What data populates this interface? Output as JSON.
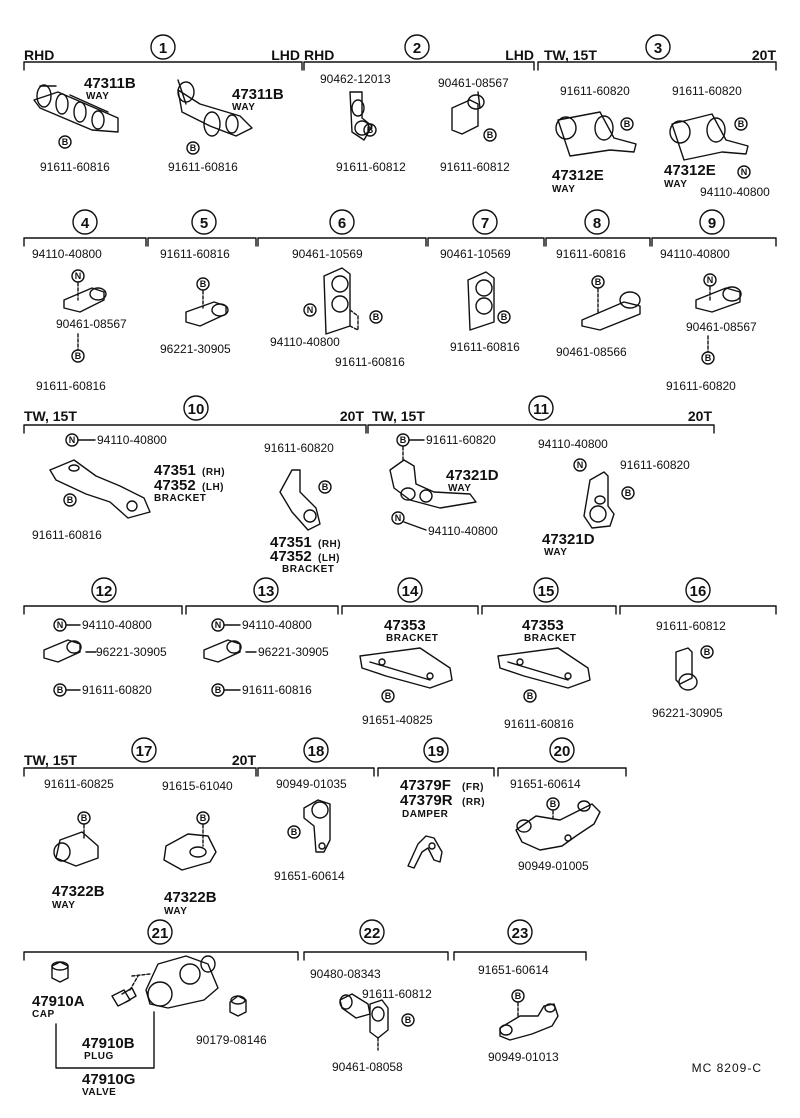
{
  "colors": {
    "ink": "#111111",
    "paper": "#ffffff"
  },
  "circle_letters": {
    "b": "B",
    "n": "N"
  },
  "footer": {
    "code": "MC 8209-C"
  },
  "groups": [
    {
      "num": "1",
      "left": "RHD",
      "right": "LHD",
      "parts": [
        {
          "pn": "47311B",
          "sub": "WAY"
        },
        {
          "pn": "91611-60816"
        },
        {
          "pn": "47311B",
          "sub": "WAY"
        },
        {
          "pn": "91611-60816"
        }
      ]
    },
    {
      "num": "2",
      "left": "RHD",
      "right": "LHD",
      "parts": [
        {
          "pn": "90462-12013"
        },
        {
          "pn": "91611-60812"
        },
        {
          "pn": "90461-08567"
        },
        {
          "pn": "91611-60812"
        }
      ]
    },
    {
      "num": "3",
      "left": "TW, 15T",
      "right": "20T",
      "parts": [
        {
          "pn": "91611-60820"
        },
        {
          "pn": "47312E",
          "sub": "WAY"
        },
        {
          "pn": "91611-60820"
        },
        {
          "pn": "47312E",
          "sub": "WAY"
        },
        {
          "pn": "94110-40800"
        }
      ]
    },
    {
      "num": "4",
      "parts": [
        {
          "pn": "94110-40800"
        },
        {
          "pn": "90461-08567"
        },
        {
          "pn": "91611-60816"
        }
      ]
    },
    {
      "num": "5",
      "parts": [
        {
          "pn": "91611-60816"
        },
        {
          "pn": "96221-30905"
        }
      ]
    },
    {
      "num": "6",
      "parts": [
        {
          "pn": "90461-10569"
        },
        {
          "pn": "94110-40800"
        },
        {
          "pn": "91611-60816"
        }
      ]
    },
    {
      "num": "7",
      "parts": [
        {
          "pn": "90461-10569"
        },
        {
          "pn": "91611-60816"
        }
      ]
    },
    {
      "num": "8",
      "parts": [
        {
          "pn": "91611-60816"
        },
        {
          "pn": "90461-08566"
        }
      ]
    },
    {
      "num": "9",
      "parts": [
        {
          "pn": "94110-40800"
        },
        {
          "pn": "90461-08567"
        },
        {
          "pn": "91611-60820"
        }
      ]
    },
    {
      "num": "10",
      "left": "TW, 15T",
      "right": "20T",
      "parts": [
        {
          "pn": "94110-40800"
        },
        {
          "pn": "47351",
          "tag": "(RH)"
        },
        {
          "pn": "47352",
          "tag": "(LH)"
        },
        {
          "pn": "BRACKET"
        },
        {
          "pn": "91611-60816"
        },
        {
          "pn": "91611-60820"
        },
        {
          "pn": "47351",
          "tag": "(RH)"
        },
        {
          "pn": "47352",
          "tag": "(LH)"
        },
        {
          "pn": "BRACKET"
        }
      ]
    },
    {
      "num": "11",
      "left": "TW, 15T",
      "right": "20T",
      "parts": [
        {
          "pn": "91611-60820"
        },
        {
          "pn": "47321D",
          "sub": "WAY"
        },
        {
          "pn": "94110-40800"
        },
        {
          "pn": "94110-40800"
        },
        {
          "pn": "91611-60820"
        },
        {
          "pn": "47321D",
          "sub": "WAY"
        }
      ]
    },
    {
      "num": "12",
      "parts": [
        {
          "pn": "94110-40800"
        },
        {
          "pn": "96221-30905"
        },
        {
          "pn": "91611-60820"
        }
      ]
    },
    {
      "num": "13",
      "parts": [
        {
          "pn": "94110-40800"
        },
        {
          "pn": "96221-30905"
        },
        {
          "pn": "91611-60816"
        }
      ]
    },
    {
      "num": "14",
      "parts": [
        {
          "pn": "47353",
          "sub": "BRACKET"
        },
        {
          "pn": "91651-40825"
        }
      ]
    },
    {
      "num": "15",
      "parts": [
        {
          "pn": "47353",
          "sub": "BRACKET"
        },
        {
          "pn": "91611-60816"
        }
      ]
    },
    {
      "num": "16",
      "parts": [
        {
          "pn": "91611-60812"
        },
        {
          "pn": "96221-30905"
        }
      ]
    },
    {
      "num": "17",
      "left": "TW, 15T",
      "right": "20T",
      "parts": [
        {
          "pn": "91611-60825"
        },
        {
          "pn": "47322B",
          "sub": "WAY"
        },
        {
          "pn": "91615-61040"
        },
        {
          "pn": "47322B",
          "sub": "WAY"
        }
      ]
    },
    {
      "num": "18",
      "parts": [
        {
          "pn": "90949-01035"
        },
        {
          "pn": "91651-60614"
        }
      ]
    },
    {
      "num": "19",
      "parts": [
        {
          "pn": "47379F",
          "tag": "(FR)"
        },
        {
          "pn": "47379R",
          "tag": "(RR)"
        },
        {
          "pn": "DAMPER"
        }
      ]
    },
    {
      "num": "20",
      "parts": [
        {
          "pn": "91651-60614"
        },
        {
          "pn": "90949-01005"
        }
      ]
    },
    {
      "num": "21",
      "parts": [
        {
          "pn": "47910A",
          "sub": "CAP"
        },
        {
          "pn": "47910B",
          "sub": "PLUG"
        },
        {
          "pn": "90179-08146"
        },
        {
          "pn": "47910G",
          "sub": "VALVE"
        }
      ]
    },
    {
      "num": "22",
      "parts": [
        {
          "pn": "90480-08343"
        },
        {
          "pn": "91611-60812"
        },
        {
          "pn": "90461-08058"
        }
      ]
    },
    {
      "num": "23",
      "parts": [
        {
          "pn": "91651-60614"
        },
        {
          "pn": "90949-01013"
        }
      ]
    }
  ]
}
